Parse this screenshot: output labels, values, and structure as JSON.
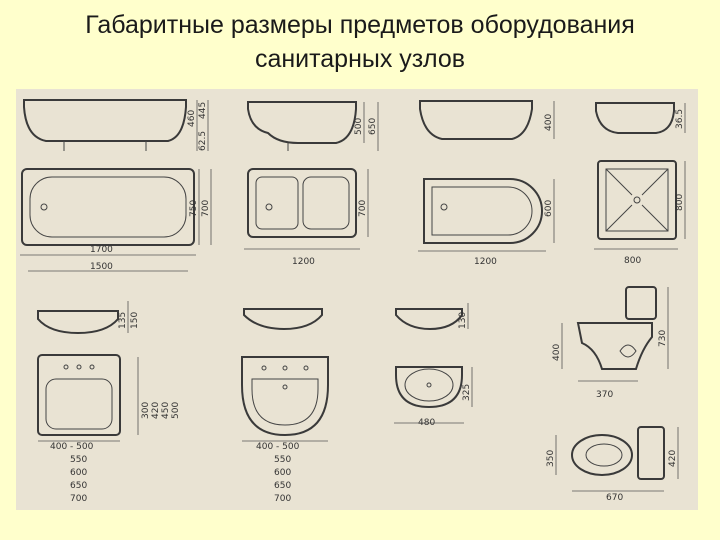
{
  "title": {
    "line1": "Габаритные размеры предметов оборудования",
    "line2": "санитарных узлов"
  },
  "bath_1700": {
    "height_outer": "460",
    "height_mid": "445",
    "height_inner": "62.5",
    "width_outer": "750",
    "width_inner": "700",
    "length_outer": "1700",
    "length_inner": "1500"
  },
  "bath_1200": {
    "height_outer": "500",
    "height_inner": "650",
    "width": "700",
    "length": "1200"
  },
  "bath_round": {
    "height": "400",
    "width": "600",
    "length": "1200"
  },
  "shower_tray": {
    "height": "36.5",
    "width": "800",
    "length": "800"
  },
  "washbasin_1": {
    "depth_a": "135",
    "depth_b": "150",
    "heights": [
      "300",
      "420",
      "450",
      "500"
    ],
    "width_range": "400 - 500",
    "widths": [
      "550",
      "600",
      "650",
      "700"
    ]
  },
  "washbasin_2": {
    "width_range": "400 - 500",
    "widths": [
      "550",
      "600",
      "650",
      "700"
    ]
  },
  "washbasin_3": {
    "depth": "130",
    "height": "325",
    "width": "480"
  },
  "wc_side": {
    "height": "400",
    "total_height": "730",
    "depth": "370"
  },
  "wc_top": {
    "width": "350",
    "length_a": "420",
    "length": "670"
  }
}
